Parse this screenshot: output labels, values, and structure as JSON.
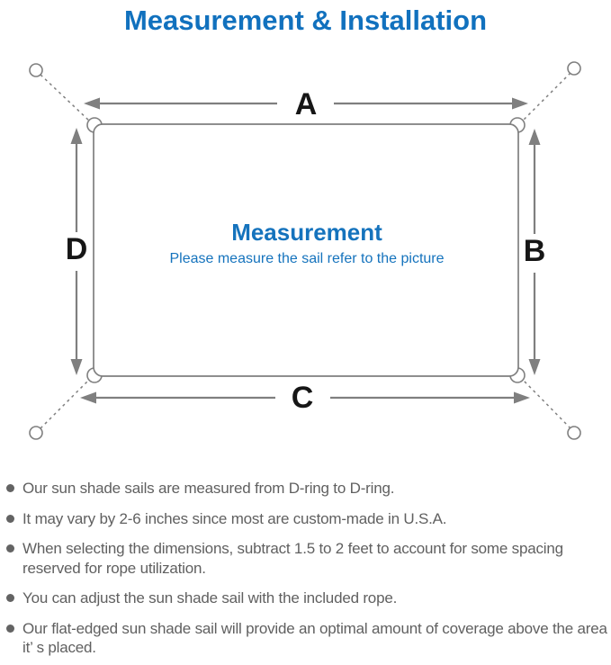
{
  "title": "Measurement & Installation",
  "diagram": {
    "label_a": "A",
    "label_b": "B",
    "label_c": "C",
    "label_d": "D",
    "center_title": "Measurement",
    "center_subtitle": "Please measure the sail refer to the picture"
  },
  "colors": {
    "title_blue": "#1171be",
    "center_blue": "#1573bd",
    "line_gray": "#7f7f7f",
    "label_black": "#161616",
    "note_text_gray": "#606060"
  },
  "bullets": [
    "Our sun shade sails are measured from D-ring to D-ring.",
    "It may vary by 2-6 inches since most are custom-made in U.S.A.",
    "When selecting the dimensions, subtract 1.5 to 2 feet to account for some spacing reserved for rope utilization.",
    "You can adjust the sun shade sail with the included rope.",
    "Our flat-edged sun shade sail will provide an optimal amount of coverage above the area it’ s placed."
  ]
}
